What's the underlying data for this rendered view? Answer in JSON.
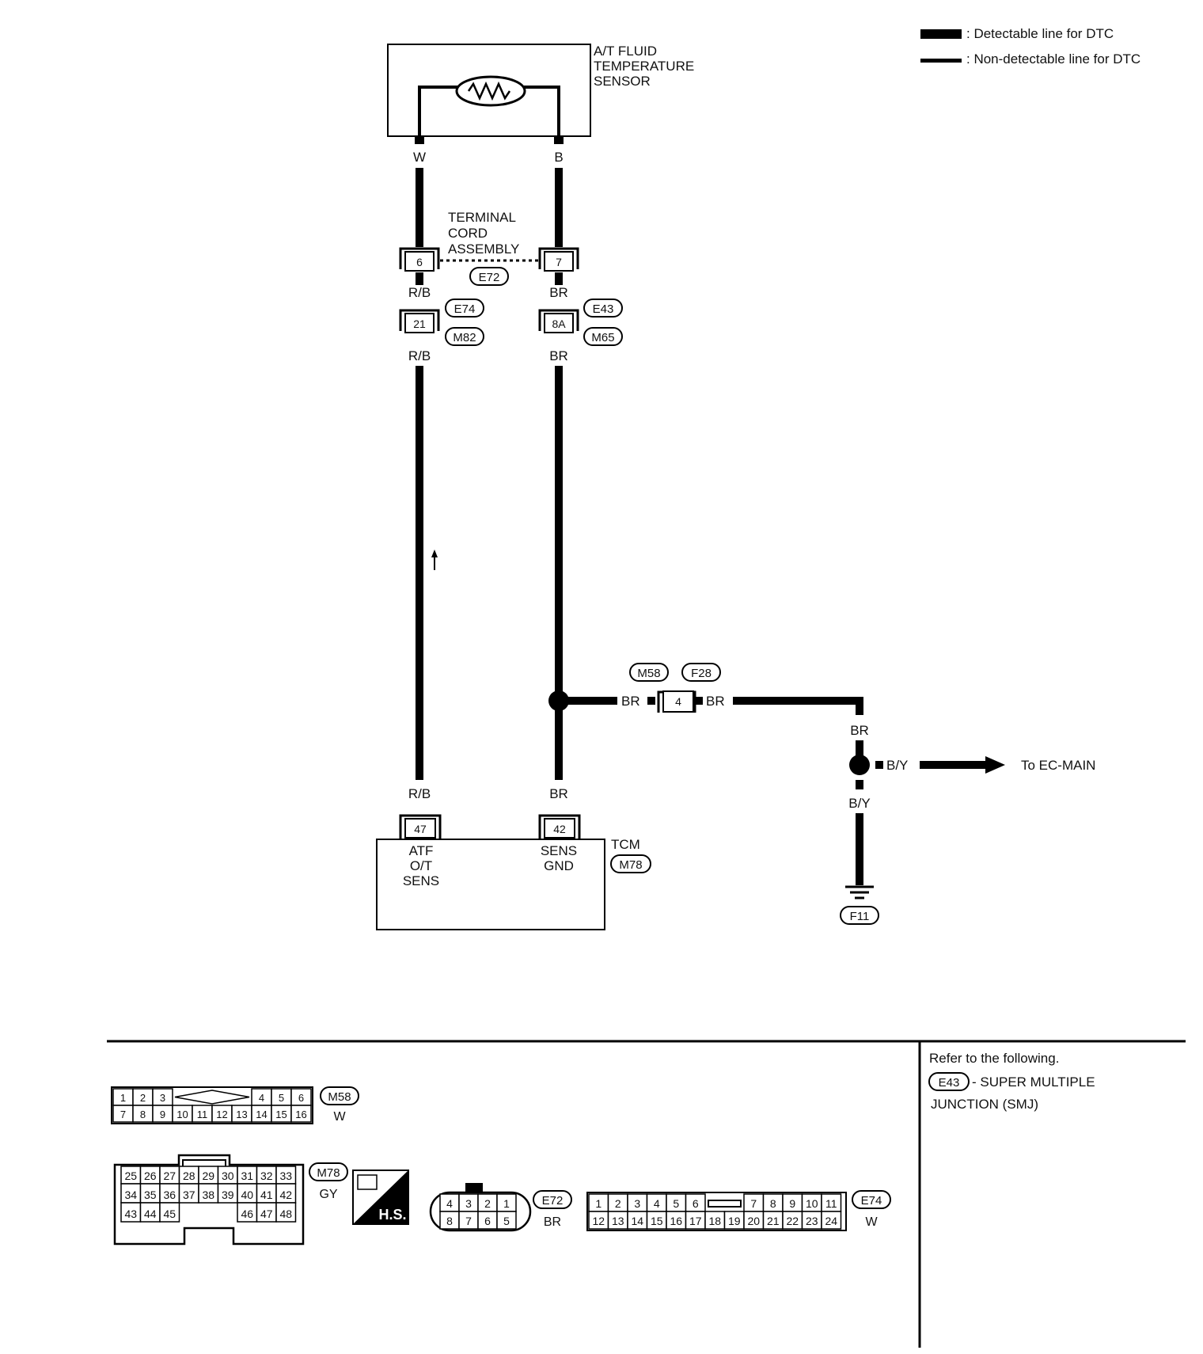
{
  "legend": {
    "detectable": ": Detectable line for DTC",
    "non_detectable": ": Non-detectable line for DTC"
  },
  "sensor": {
    "line1": "A/T FLUID",
    "line2": "TEMPERATURE",
    "line3": "SENSOR",
    "pin_left_color": "W",
    "pin_right_color": "B"
  },
  "terminal_cord": {
    "line1": "TERMINAL",
    "line2": "CORD",
    "line3": "ASSEMBLY",
    "pin_left": "6",
    "pin_right": "7",
    "connector": "E72"
  },
  "wires": {
    "rb": "R/B",
    "br": "BR",
    "by": "B/Y"
  },
  "smj": {
    "pin_left": "21",
    "pin_right": "8A",
    "conn_e74": "E74",
    "conn_m82": "M82",
    "conn_e43": "E43",
    "conn_m65": "M65"
  },
  "joint": {
    "pin": "4",
    "conn_m58": "M58",
    "conn_f28": "F28"
  },
  "ec_main": "To EC-MAIN",
  "ground": "F11",
  "tcm": {
    "title": "TCM",
    "connector": "M78",
    "pin_left": "47",
    "pin_right": "42",
    "left_l1": "ATF",
    "left_l2": "O/T",
    "left_l3": "SENS",
    "right_l1": "SENS",
    "right_l2": "GND"
  },
  "refer": {
    "line1": "Refer to the following.",
    "connector": "E43",
    "line2": "- SUPER MULTIPLE",
    "line3": "JUNCTION (SMJ)"
  },
  "connectors": {
    "m58": {
      "id": "M58",
      "color": "W",
      "row1_left": [
        "1",
        "2",
        "3"
      ],
      "row1_right": [
        "4",
        "5",
        "6"
      ],
      "row2": [
        "7",
        "8",
        "9",
        "10",
        "11",
        "12",
        "13",
        "14",
        "15",
        "16"
      ]
    },
    "m78": {
      "id": "M78",
      "color": "GY",
      "row1": [
        "25",
        "26",
        "27",
        "28",
        "29",
        "30",
        "31",
        "32",
        "33"
      ],
      "row2": [
        "34",
        "35",
        "36",
        "37",
        "38",
        "39",
        "40",
        "41",
        "42"
      ],
      "row3_left": [
        "43",
        "44",
        "45"
      ],
      "row3_right": [
        "46",
        "47",
        "48"
      ]
    },
    "hs": {
      "label": "H.S."
    },
    "e72": {
      "id": "E72",
      "color": "BR",
      "row1": [
        "4",
        "3",
        "2",
        "1"
      ],
      "row2": [
        "8",
        "7",
        "6",
        "5"
      ]
    },
    "e74": {
      "id": "E74",
      "color": "W",
      "row1_left": [
        "1",
        "2",
        "3",
        "4",
        "5",
        "6"
      ],
      "row1_right": [
        "7",
        "8",
        "9",
        "10",
        "11"
      ],
      "row2": [
        "12",
        "13",
        "14",
        "15",
        "16",
        "17",
        "18",
        "19",
        "20",
        "21",
        "22",
        "23",
        "24"
      ]
    }
  }
}
